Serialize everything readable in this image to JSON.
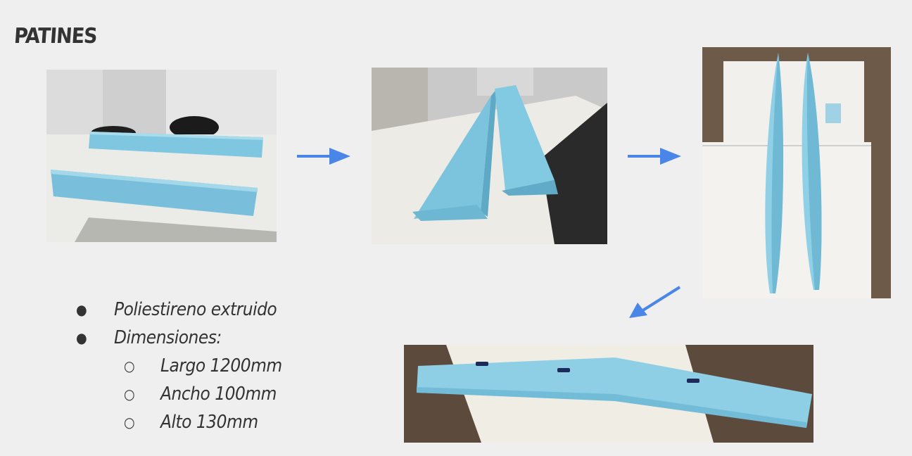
{
  "slide": {
    "title": "PATINES",
    "bullets": [
      "Poliestireno extruido",
      "Dimensiones:"
    ],
    "sub_bullets": [
      "Largo 1200mm",
      "Ancho 100mm",
      "Alto   130mm"
    ]
  },
  "colors": {
    "background": "#efefef",
    "arrow": "#4a86e8",
    "foam": "#8ecfe6"
  }
}
